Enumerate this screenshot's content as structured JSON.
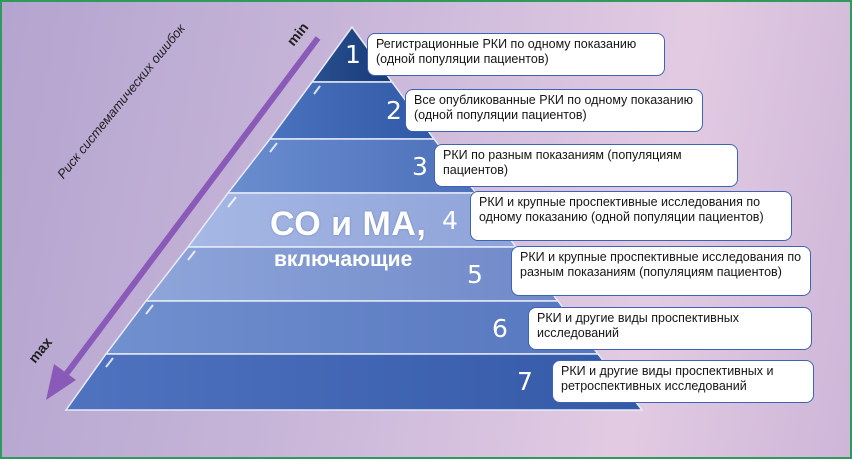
{
  "axis": {
    "min_label": "min",
    "max_label": "max",
    "risk_label": "Риск систематических ошибок"
  },
  "center": {
    "line1": "СО и МА,",
    "line2": "включающие"
  },
  "levels": [
    {
      "number": "1",
      "text": "Регистрационные РКИ по одному показанию (одной популяции пациентов)"
    },
    {
      "number": "2",
      "text": "Все опубликованные РКИ по одному показанию (одной популяции пациентов)"
    },
    {
      "number": "3",
      "text": "РКИ по разным показаниям (популяциям пациентов)"
    },
    {
      "number": "4",
      "text": "РКИ и крупные проспективные исследования по одному показанию (одной популяции пациентов)"
    },
    {
      "number": "5",
      "text": "РКИ и крупные проспективные исследования по разным показаниям (популяциям пациентов)"
    },
    {
      "number": "6",
      "text": "РКИ и другие виды проспективных исследований"
    },
    {
      "number": "7",
      "text": "РКИ и другие виды проспективных и ретроспективных исследований"
    }
  ],
  "colors": {
    "top": "#1f4587",
    "band2": "#3a64b2",
    "band3": "#5b7fc6",
    "band4": "#93a8dd",
    "band5": "#7b95d0",
    "band6": "#5f80c4",
    "bottom": "#3f65b4",
    "arrow": "#8a5ab8",
    "border": "#2e9a5c"
  }
}
